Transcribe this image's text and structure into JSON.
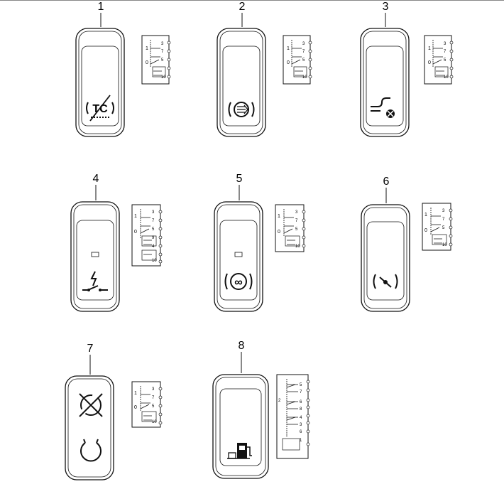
{
  "switches": [
    {
      "number": "1",
      "icon": "traction-control-off-icon",
      "icon_text": "TC",
      "lamp": false
    },
    {
      "number": "2",
      "icon": "brake-oil-icon",
      "icon_text": "",
      "lamp": false
    },
    {
      "number": "3",
      "icon": "trailer-hitch-off-icon",
      "icon_text": "",
      "lamp": false
    },
    {
      "number": "4",
      "icon": "electrical-switch-icon",
      "icon_text": "",
      "lamp": true
    },
    {
      "number": "5",
      "icon": "differential-lock-icon",
      "icon_text": "∞",
      "lamp": true
    },
    {
      "number": "6",
      "icon": "float-position-icon",
      "icon_text": "",
      "lamp": false
    },
    {
      "number": "7",
      "icon": "rotation-toggle-icon",
      "icon_text": "",
      "lamp": false
    },
    {
      "number": "8",
      "icon": "fuel-pump-icon",
      "icon_text": "",
      "lamp": false
    }
  ],
  "schematic_labels": {
    "standard": [
      "1",
      "0",
      "3",
      "7",
      "5",
      "9",
      "4",
      "10"
    ],
    "switch8": [
      "5",
      "7",
      "6",
      "8",
      "4",
      "3",
      "6",
      "1",
      "2"
    ]
  }
}
